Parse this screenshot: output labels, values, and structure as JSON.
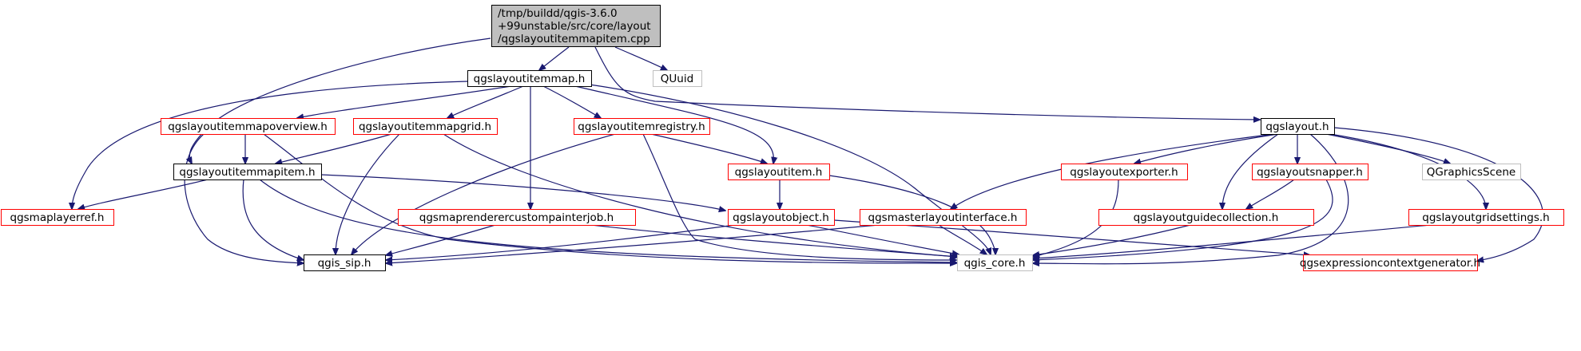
{
  "colors": {
    "root_fill": "#bfbfbf",
    "root_stroke": "#000000",
    "black_stroke": "#000000",
    "red_stroke": "#ff0000",
    "gray_stroke": "#bfbfbf",
    "edge": "#191970"
  },
  "nodes": {
    "root": {
      "lines": [
        "/tmp/buildd/qgis-3.6.0",
        "+99unstable/src/core/layout",
        "/qgslayoutitemmapitem.cpp"
      ],
      "kind": "root"
    },
    "layoutitemmap": {
      "lines": [
        "qgslayoutitemmap.h"
      ],
      "kind": "black"
    },
    "quuid": {
      "lines": [
        "QUuid"
      ],
      "kind": "gray"
    },
    "layout": {
      "lines": [
        "qgslayout.h"
      ],
      "kind": "black"
    },
    "mapoverview": {
      "lines": [
        "qgslayoutitemmapoverview.h"
      ],
      "kind": "red"
    },
    "mapgrid": {
      "lines": [
        "qgslayoutitemmapgrid.h"
      ],
      "kind": "red"
    },
    "itemregistry": {
      "lines": [
        "qgslayoutitemregistry.h"
      ],
      "kind": "red"
    },
    "mapitem": {
      "lines": [
        "qgslayoutitemmapitem.h"
      ],
      "kind": "black"
    },
    "layoutitem": {
      "lines": [
        "qgslayoutitem.h"
      ],
      "kind": "red"
    },
    "exporter": {
      "lines": [
        "qgslayoutexporter.h"
      ],
      "kind": "red"
    },
    "snapper": {
      "lines": [
        "qgslayoutsnapper.h"
      ],
      "kind": "red"
    },
    "graphicsscene": {
      "lines": [
        "QGraphicsScene"
      ],
      "kind": "gray"
    },
    "maplayerref": {
      "lines": [
        "qgsmaplayerref.h"
      ],
      "kind": "red"
    },
    "painterjob": {
      "lines": [
        "qgsmaprenderercustompainterjob.h"
      ],
      "kind": "red"
    },
    "layoutobject": {
      "lines": [
        "qgslayoutobject.h"
      ],
      "kind": "red"
    },
    "masterlayout": {
      "lines": [
        "qgsmasterlayoutinterface.h"
      ],
      "kind": "red"
    },
    "guidecollection": {
      "lines": [
        "qgslayoutguidecollection.h"
      ],
      "kind": "red"
    },
    "gridsettings": {
      "lines": [
        "qgslayoutgridsettings.h"
      ],
      "kind": "red"
    },
    "sip": {
      "lines": [
        "qgis_sip.h"
      ],
      "kind": "black"
    },
    "core": {
      "lines": [
        "qgis_core.h"
      ],
      "kind": "gray"
    },
    "exprctx": {
      "lines": [
        "qgsexpressioncontextgenerator.h"
      ],
      "kind": "red"
    }
  }
}
